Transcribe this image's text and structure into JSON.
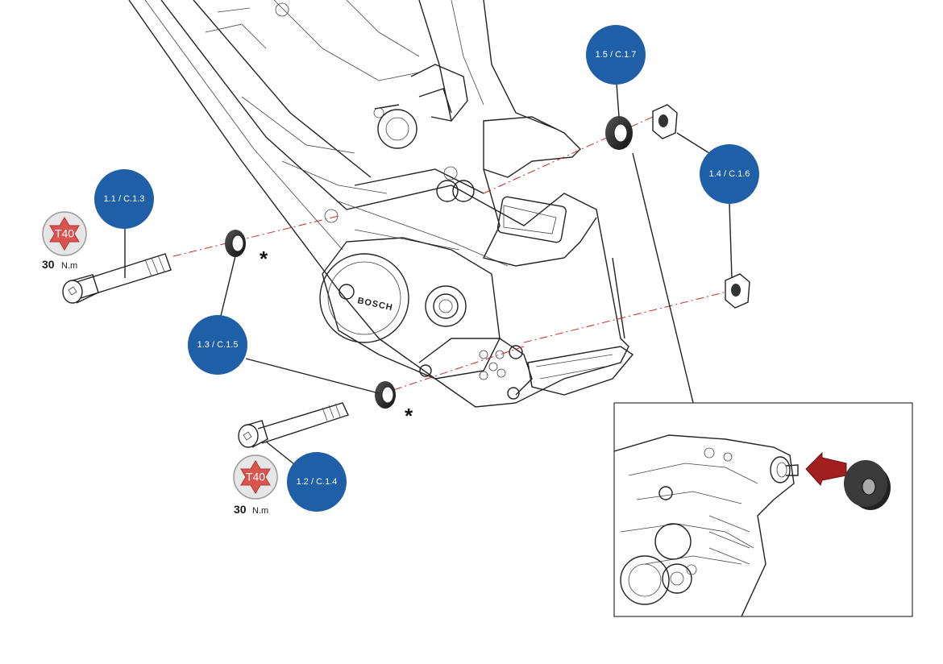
{
  "callouts": [
    {
      "id": "c1",
      "label": "1.1 / C.1.3"
    },
    {
      "id": "c2",
      "label": "1.2 / C.1.4"
    },
    {
      "id": "c3",
      "label": "1.3 / C.1.5"
    },
    {
      "id": "c4",
      "label": "1.4 / C.1.6"
    },
    {
      "id": "c5",
      "label": "1.5 / C.1.7"
    }
  ],
  "torque_badges": [
    {
      "tool": "T40",
      "value": "30",
      "unit": "N.m"
    },
    {
      "tool": "T40",
      "value": "30",
      "unit": "N.m"
    }
  ],
  "asterisk": "*",
  "brand": "BOSCH",
  "colors": {
    "callout_fill": "#1f5fa8",
    "torx_fill": "#d9534f",
    "axis_line": "#c8282a",
    "arrow_fill": "#a21f1f"
  }
}
